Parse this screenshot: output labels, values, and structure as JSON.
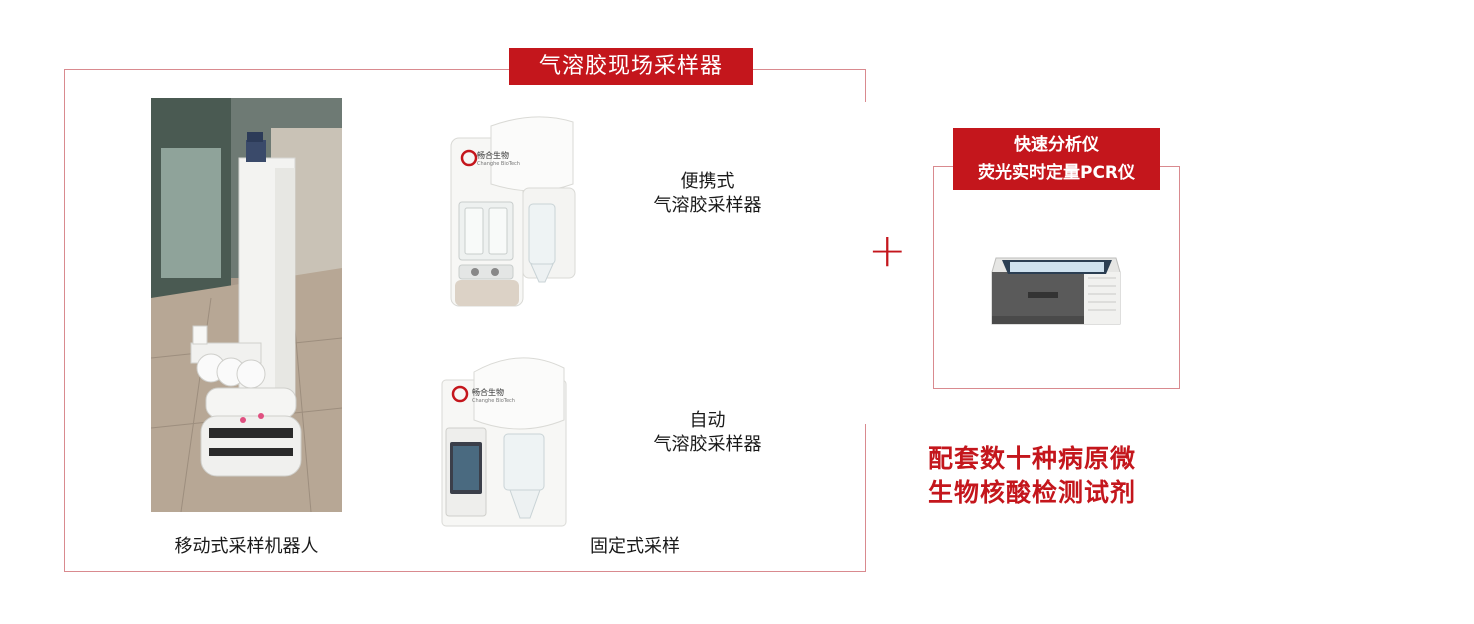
{
  "header": {
    "title": "气溶胶现场采样器"
  },
  "samplers": {
    "robot_caption": "移动式采样机器人",
    "portable": {
      "line1": "便携式",
      "line2": "气溶胶采样器"
    },
    "automatic": {
      "line1": "自动",
      "line2": "气溶胶采样器"
    },
    "fixed_caption": "固定式采样",
    "brand_name": "畅合生物",
    "brand_sub": "Changhe BioTech"
  },
  "plus_sign": "+",
  "pcr": {
    "line1": "快速分析仪",
    "line2": "荧光实时定量PCR仪"
  },
  "reagents": {
    "line1": "配套数十种病原微",
    "line2": "生物核酸检测试剂"
  },
  "colors": {
    "accent": "#c4161c",
    "frame": "#d98a8f"
  }
}
